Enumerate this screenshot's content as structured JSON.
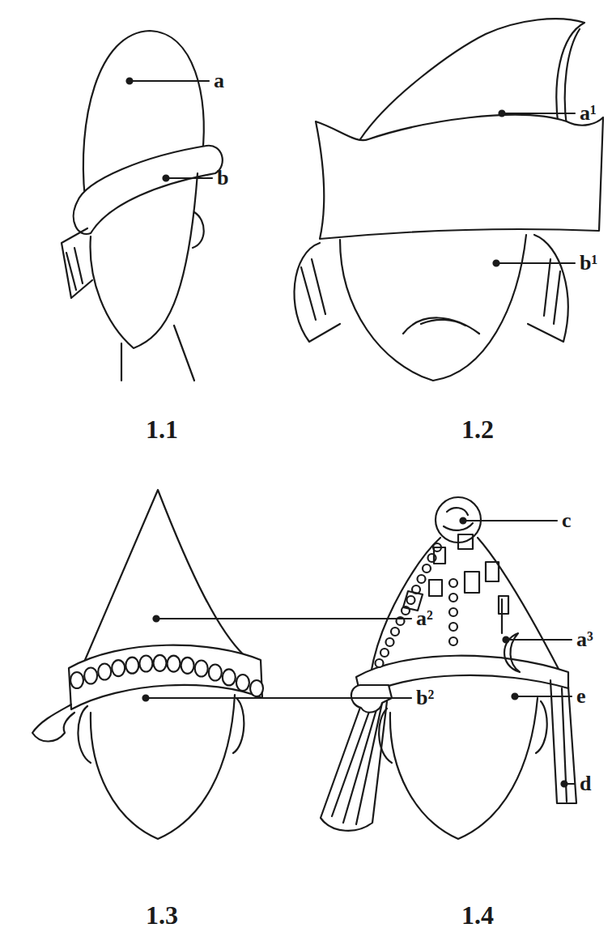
{
  "diagram": {
    "labels": [
      "a",
      "b",
      "a¹",
      "b¹",
      "1.1",
      "1.2",
      "a²",
      "b²",
      "c",
      "a³",
      "e",
      "d",
      "1.3",
      "1.4"
    ]
  }
}
